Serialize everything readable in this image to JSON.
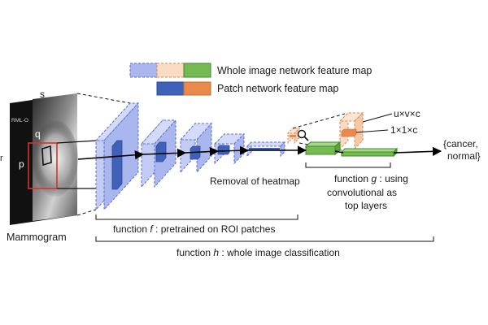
{
  "legend": {
    "whole_image_label": "Whole image network feature map",
    "patch_label": "Patch network feature map"
  },
  "mammogram": {
    "caption": "Mammogram",
    "label_s": "s",
    "label_q": "q",
    "label_p": "p",
    "label_r": "r",
    "view_tag": "RML-O"
  },
  "labels": {
    "removal": "Removal of heatmap",
    "uvc": "u×v×c",
    "one_c": "1×1×c",
    "output_line1": "{cancer,",
    "output_line2": "normal}"
  },
  "functions": {
    "g_prefix": "function ",
    "g_var": "g",
    "g_line1_suffix": " : using",
    "g_line2": "convolutional as",
    "g_line3": "top layers",
    "f_prefix": "function ",
    "f_var": "f",
    "f_suffix": " : pretrained on ROI patches",
    "h_prefix": "function ",
    "h_var": "h",
    "h_suffix": " : whole image classification"
  },
  "colors": {
    "whole_fill": "#aab6ee",
    "whole_stroke": "#5a6fd0",
    "patch_blue": "#3f62b8",
    "orange": "#e98a4c",
    "orange_light": "#f5c9a5",
    "green": "#76ba52",
    "green_stroke": "#3e8a2a",
    "roi_box": "#d9312a"
  }
}
